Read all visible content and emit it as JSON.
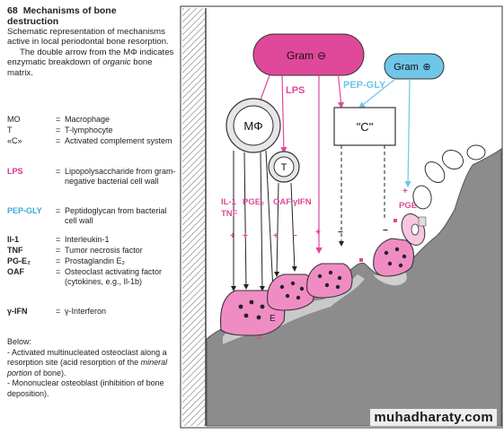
{
  "figure": {
    "number": "68",
    "title_line1": "Mechanisms of bone",
    "title_line2": "destruction"
  },
  "description": {
    "para1": "Schematic representation of mechanisms active in local periodontal bone resorption.",
    "para2_prefix": "The double arrow from the MΦ indicates enzymatic breakdown of ",
    "para2_emph": "organic",
    "para2_suffix": " bone matrix."
  },
  "legend": [
    {
      "abbr": "MO",
      "def": "Macrophage",
      "style": "plain"
    },
    {
      "abbr": "T",
      "def": "T-lymphocyte",
      "style": "plain"
    },
    {
      "abbr": "«C»",
      "def": "Activated complement system",
      "style": "plain"
    },
    {
      "abbr": "LPS",
      "def": "Lipopolysaccharide from gram-negative bacterial cell wall",
      "style": "pink"
    },
    {
      "abbr": "PEP-GLY",
      "def": "Peptidoglycan from bacterial cell wall",
      "style": "blue"
    },
    {
      "abbr": "Il-1",
      "def": "Interleukin-1",
      "style": "bold"
    },
    {
      "abbr": "TNF",
      "def": "Tumor necrosis factor",
      "style": "bold"
    },
    {
      "abbr": "PG-E₂",
      "def": "Prostaglandin E₂",
      "style": "bold"
    },
    {
      "abbr": "OAF",
      "def": "Osteoclast activating factor (cytokines, e.g., Il-1b)",
      "style": "bold"
    },
    {
      "abbr": "γ-IFN",
      "def": "γ-Interferon",
      "style": "bold"
    }
  ],
  "legend_equals": "=",
  "below": {
    "heading": "Below:",
    "item1_prefix": "- Activated multinucleated osteoclast along a resorption site (acid resorption of the ",
    "item1_emph": "mineral portion",
    "item1_suffix": " of bone).",
    "item2": "- Mononuclear osteoblast (inhibition of bone deposition)."
  },
  "diagram": {
    "gram_neg_label": "Gram",
    "gram_neg_sign": "⊖",
    "gram_pos_label": "Gram",
    "gram_pos_sign": "⊕",
    "lps_label": "LPS",
    "pepgly_label": "PEP-GLY",
    "complement_label": "\"C\"",
    "macrophage_label": "MΦ",
    "tcell_label": "T",
    "il1_label": "IL-1",
    "tnf_label": "TNF",
    "pge2_label": "PGE₂",
    "oaf_label": "OAF",
    "ifn_label": "γIFN",
    "pge_right_label": "PGE",
    "e_label": "E",
    "plus": "+",
    "minus": "−"
  },
  "colors": {
    "pink": "#e0489a",
    "pink_light": "#f5b3d6",
    "blue": "#6fc6e8",
    "bone": "#8c8c8c",
    "hatch": "#9a9a9a"
  },
  "watermark": "muhadharaty.com"
}
